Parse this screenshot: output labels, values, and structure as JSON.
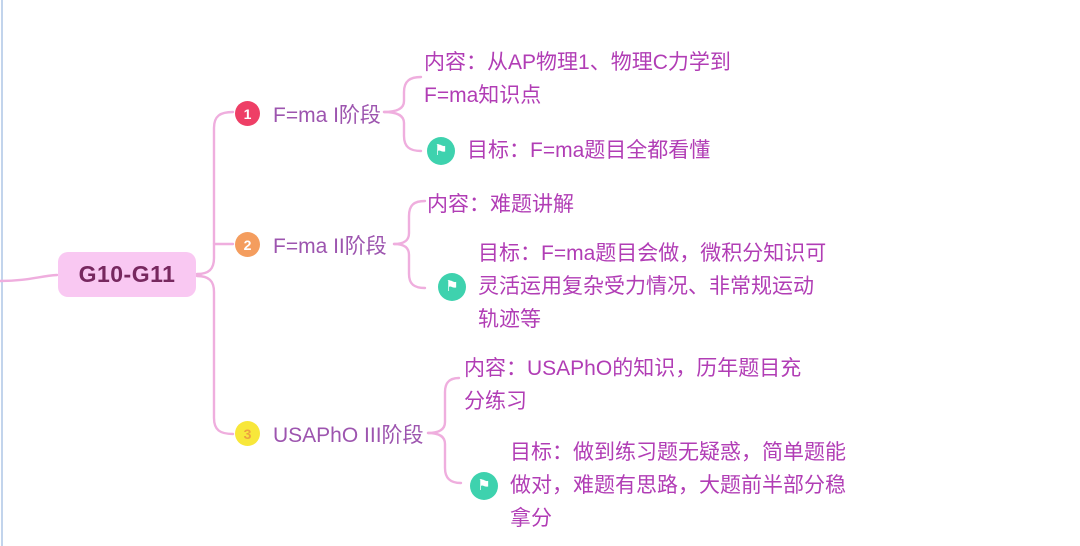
{
  "root": {
    "label": "G10-G11"
  },
  "branches": [
    {
      "badge": "1",
      "label": "F=ma I阶段",
      "content": {
        "lines": [
          "内容：从AP物理1、物理C力学到",
          "F=ma知识点"
        ]
      },
      "goal": {
        "icon": "flag-icon",
        "lines": [
          "目标：F=ma题目全都看懂"
        ]
      }
    },
    {
      "badge": "2",
      "label": "F=ma II阶段",
      "content": {
        "lines": [
          "内容：难题讲解"
        ]
      },
      "goal": {
        "icon": "flag-icon",
        "lines": [
          "目标：F=ma题目会做，微积分知识可",
          "灵活运用复杂受力情况、非常规运动",
          "轨迹等"
        ]
      }
    },
    {
      "badge": "3",
      "label": "USAPhO III阶段",
      "content": {
        "lines": [
          "内容：USAPhO的知识，历年题目充",
          "分练习"
        ]
      },
      "goal": {
        "icon": "flag-icon",
        "lines": [
          "目标：做到练习题无疑惑，简单题能",
          "做对，难题有思路，大题前半部分稳",
          "拿分"
        ]
      }
    }
  ],
  "colors": {
    "root_fill": "#f9c8f2",
    "root_text": "#77285f",
    "connector": "#efaede",
    "edge_line": "#aec6e6",
    "branch_label": "#9d55af",
    "detail_text": "#b13db5",
    "badge_1": "#ee3f66",
    "badge_2": "#f49d5e",
    "badge_3": "#f8e73a",
    "badge_3_text": "#eda23f",
    "goal_icon": "#3ed2ae"
  }
}
